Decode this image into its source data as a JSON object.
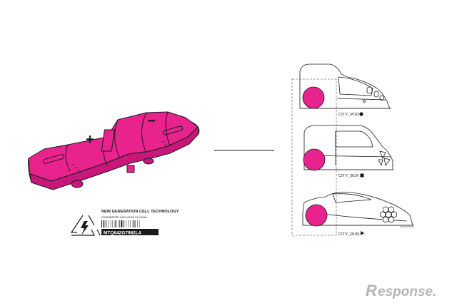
{
  "colors": {
    "accent_magenta": "#e8238e",
    "line": "#1a1a1a",
    "logo_gray": "#b4b4b4"
  },
  "battery": {
    "plus_sign": "+",
    "minus_sign": "−"
  },
  "cell_label": {
    "title": "NEW GENERATION CELL TECHNOLOGY",
    "subtitle": "ENGINEERED AND MADE IN CHINA",
    "serial": "MTQ642G7982L4",
    "icon": "recycle-lightning-icon"
  },
  "vehicles": [
    {
      "label": "CITY_POD",
      "marker": "circle"
    },
    {
      "label": "CITY_BOX",
      "marker": "square"
    },
    {
      "label": "CITY_RUN",
      "marker": "triangle"
    }
  ],
  "watermark": {
    "logo_r": "R",
    "logo_rest": "esponse."
  }
}
